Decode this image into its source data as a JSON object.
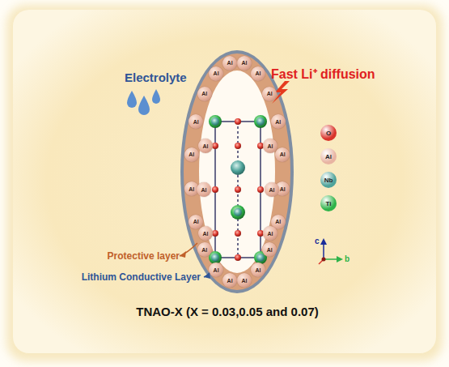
{
  "diagram": {
    "caption": "TNAO-X (X = 0.03,0.05 and 0.07)",
    "nodes": [
      {
        "text": [
          "Al"
        ]
      },
      {
        "text": [
          "Al"
        ]
      },
      {
        "text": [
          "Al"
        ]
      },
      {
        "text": [
          "Al"
        ]
      },
      {
        "text": [
          "Al"
        ]
      },
      {
        "text": [
          "Al"
        ]
      },
      {
        "text": [
          "Al"
        ]
      },
      {
        "text": [
          "Al"
        ]
      },
      {
        "text": [
          "Al"
        ]
      },
      {
        "text": [
          "Al"
        ]
      },
      {
        "text": [
          "Al"
        ]
      },
      {
        "text": [
          "Al"
        ]
      },
      {
        "text": [
          "Al"
        ]
      },
      {
        "text": [
          "Al"
        ]
      },
      {
        "text": [
          "Al"
        ]
      },
      {
        "text": [
          "Al"
        ]
      },
      {
        "text": [
          "Al"
        ]
      },
      {
        "text": [
          "Al"
        ]
      },
      {
        "text": [
          "Al"
        ]
      },
      {
        "text": [
          "Al"
        ]
      },
      {
        "text": [
          "Al"
        ]
      },
      {
        "text": [
          "Al"
        ]
      },
      {
        "text": [
          "Al"
        ]
      },
      {
        "text": [
          "Al"
        ]
      },
      {
        "text": [
          "Al"
        ]
      },
      {
        "text": [
          "Al"
        ]
      }
    ],
    "labels": [
      "Electrolyte",
      "Fast Li⁺ diffusion",
      "Protective layer",
      "Lithium Conductive Layer",
      "c",
      "b"
    ],
    "legend": [
      {
        "text": "O",
        "color": "#d9342b"
      },
      {
        "text": "Al",
        "color": "#e8b4a2"
      },
      {
        "text": "Nb",
        "color": "#4fa39a"
      },
      {
        "text": "Ti",
        "color": "#2fb34a"
      }
    ]
  }
}
